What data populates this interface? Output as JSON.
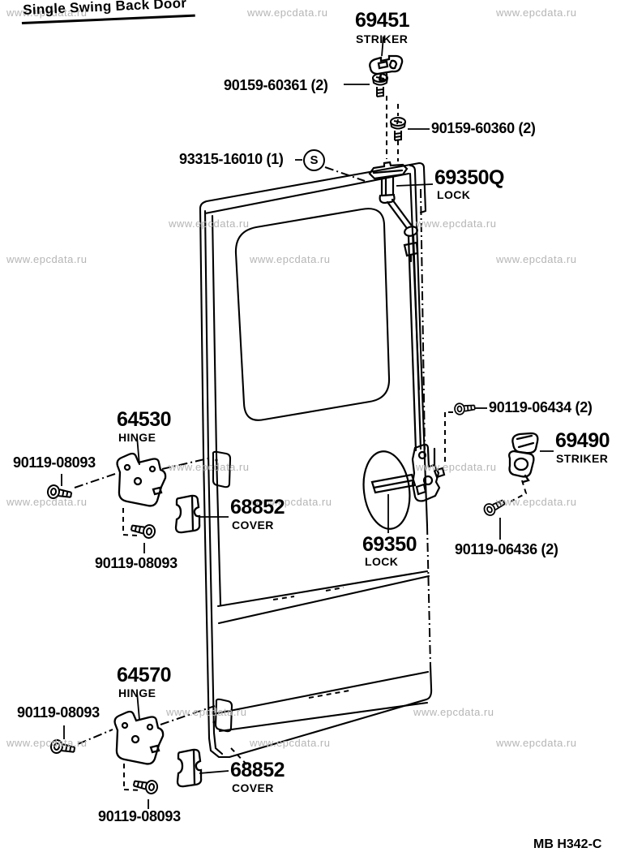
{
  "title": "Single Swing Back Door",
  "diagram_code": "MB H342-C",
  "watermark_text": "www.epcdata.ru",
  "symbols": {
    "s_marker": "S"
  },
  "colors": {
    "line": "#000000",
    "watermark": "#b5b5b5",
    "background": "#ffffff"
  },
  "parts": {
    "striker_top": {
      "number": "69451",
      "name": "STRIKER"
    },
    "screw_striker_upper": {
      "number": "90159-60361 (2)"
    },
    "screw_striker_lower": {
      "number": "90159-60360 (2)"
    },
    "screw_grommet": {
      "number": "93315-16010 (1)"
    },
    "lock_control": {
      "number": "69350Q",
      "name": "LOCK"
    },
    "hinge_upper": {
      "number": "64530",
      "name": "HINGE"
    },
    "bolt_hinge_upper_side": {
      "number": "90119-08093"
    },
    "cover_upper": {
      "number": "68852",
      "name": "COVER"
    },
    "bolt_hinge_upper_front": {
      "number": "90119-08093"
    },
    "bolt_striker_upper": {
      "number": "90119-06434 (2)"
    },
    "striker_side": {
      "number": "69490",
      "name": "STRIKER"
    },
    "lock_main": {
      "number": "69350",
      "name": "LOCK"
    },
    "bolt_striker_lower": {
      "number": "90119-06436 (2)"
    },
    "hinge_lower": {
      "number": "64570",
      "name": "HINGE"
    },
    "bolt_hinge_lower_side": {
      "number": "90119-08093"
    },
    "cover_lower": {
      "number": "68852",
      "name": "COVER"
    },
    "bolt_hinge_lower_front": {
      "number": "90119-08093"
    }
  }
}
